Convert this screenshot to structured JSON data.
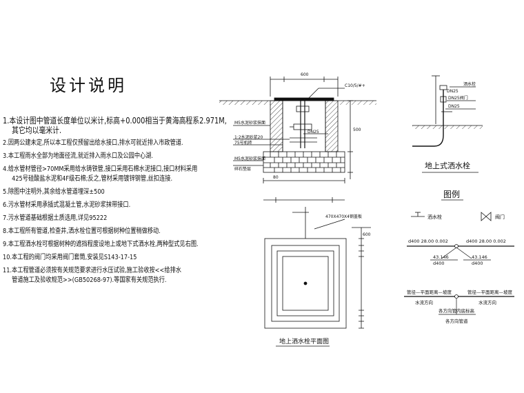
{
  "doc": {
    "title": "设计说明",
    "notes": [
      {
        "line": "1.本设计图中管道长度单位以米计,标高+0.000相当于黄海高程系2.971M,",
        "cont": "其它均以毫米计."
      },
      {
        "line": "2.因两公建未定,所以本工程仅预留出给水接口,排水可就近排入市政管道."
      },
      {
        "line": "3.本工程雨水全部为地面径流,就近排入雨水口及公园中心湖."
      },
      {
        "line": "4.给水管材管径>70MM采用给水铸铁管,接口采用石棉水泥接口,接口材料采用",
        "cont": "425号硅酸盐水泥和4F级石棉;反之,管材采用镀锌钢管,丝扣连接."
      },
      {
        "line": "5.除图中注明外,其余给水管道埋深±500"
      },
      {
        "line": "6.污水管材采用承插式混凝土管,水泥砂浆抹带接口."
      },
      {
        "line": "7.污水管道基础根据土质选用,详见95222"
      },
      {
        "line": "8.本工程所有管道,检查井,洒水栓位置可根据树种位置稍做移动."
      },
      {
        "line": "9.本工程洒水栓可根据树种的遮挡程度设地上或地下式洒水栓,两种型式见右图."
      },
      {
        "line": "10.本工程的阀门均采用阀门套筒,安装见S143-17-15"
      },
      {
        "line": "11.本工程管道必须按有关规范要求进行水压试验,施工验收按<<给排水",
        "cont": "管道施工及验收规范>>(GB50268-97).等国家有关规范执行."
      }
    ]
  },
  "drawing": {
    "section": {
      "elev_label": "C10/5/#+",
      "label_m5_top": "M5水泥砂浆抹面",
      "label_pipe": "DN25",
      "label_mortar": "1:2水泥砂浆20",
      "label_brick": "75号机砖",
      "label_bottom": "M5水泥砂浆抹面",
      "label_gravel": "碎石垫层",
      "dim_top": "600",
      "dim_right": "500",
      "dim_side": "80"
    },
    "plan": {
      "caption": "地上洒水栓平面图",
      "cover_label": "470X470X4钢盖板",
      "dim_right": "600"
    },
    "above_ground": {
      "caption": "地上式洒水栓",
      "label_top": "洒水栓",
      "label_a": "DN25",
      "label_b": "DN25阀门",
      "label_c": "DN25"
    },
    "legend": {
      "title": "图例",
      "hydrant_label": "洒水栓",
      "valve_label": "阀门",
      "pipe_left": "d400 28.00 0.002",
      "pipe_right": "d400 28.00 0.002",
      "node_left_top": "43.146",
      "node_left_bottom": "d400",
      "node_right_top": "43.146",
      "node_right_bottom": "d400",
      "slope_left_top": "管径—平面距离—坡度",
      "slope_left_bottom": "水流方向",
      "slope_right_top": "管径—平面距离—坡度",
      "slope_right_bottom": "水流方向",
      "node_label_top": "各方向管内底标高",
      "node_label_bottom": "各方向管道"
    }
  }
}
